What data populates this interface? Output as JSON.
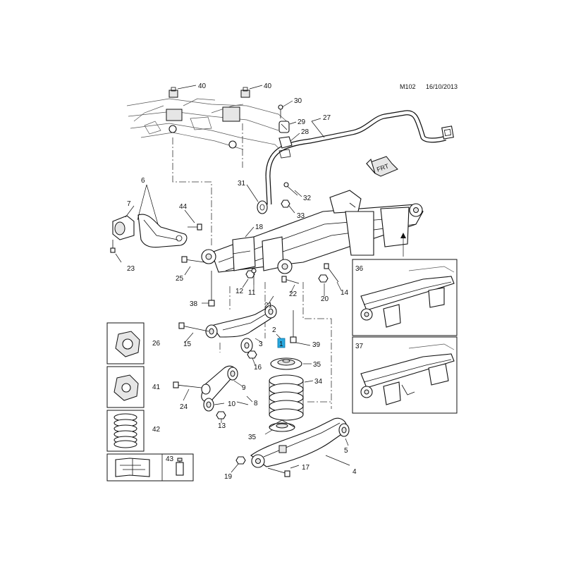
{
  "header": {
    "code": "M102",
    "date": "16/10/2013"
  },
  "labels": [
    "40",
    "40",
    "30",
    "29",
    "27",
    "28",
    "6",
    "7",
    "44",
    "23",
    "31",
    "32",
    "33",
    "18",
    "25",
    "12",
    "11",
    "21",
    "22",
    "20",
    "14",
    "38",
    "2",
    "1",
    "3",
    "39",
    "15",
    "16",
    "35",
    "34",
    "9",
    "24",
    "10",
    "8",
    "13",
    "35",
    "5",
    "4",
    "17",
    "19",
    "36",
    "37",
    "26",
    "41",
    "42",
    "43"
  ],
  "highlight_label_index": 23,
  "fr_marker": "FRT",
  "colors": {
    "line": "#111111",
    "highlight": "#29a9e0",
    "fill": "#e6e6e6"
  }
}
